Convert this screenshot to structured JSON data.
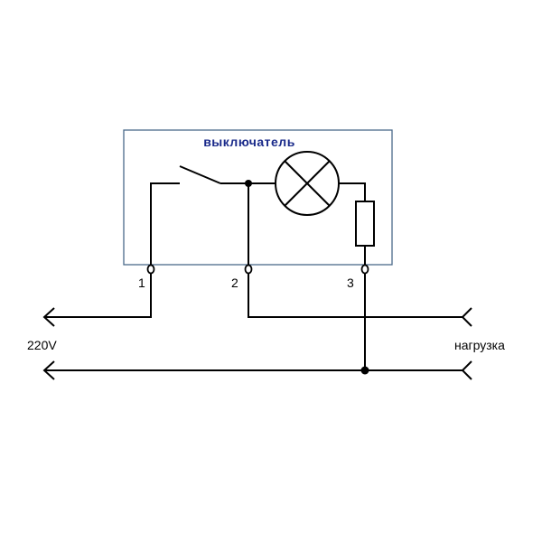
{
  "diagram": {
    "title": "выключатель",
    "terminals": [
      "1",
      "2",
      "3"
    ],
    "source_label": "220V",
    "load_label": "нагрузка",
    "colors": {
      "box_border": "#4a6a8a",
      "title": "#1a2a8a",
      "wire": "#000000"
    }
  }
}
